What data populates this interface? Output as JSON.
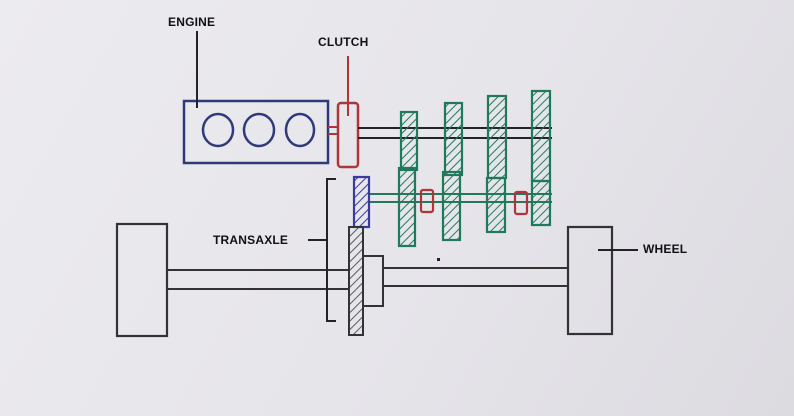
{
  "labels": {
    "engine": "ENGINE",
    "clutch": "CLUTCH",
    "transaxle": "TRANSAXLE",
    "wheel": "WHEEL"
  },
  "colors": {
    "ink": "#222228",
    "engine": "#2f3a78",
    "clutch": "#b0353a",
    "gear": "#1f7a5a",
    "transaxle_gear": "#3a3aa0",
    "paper": "#e9e8ec"
  }
}
